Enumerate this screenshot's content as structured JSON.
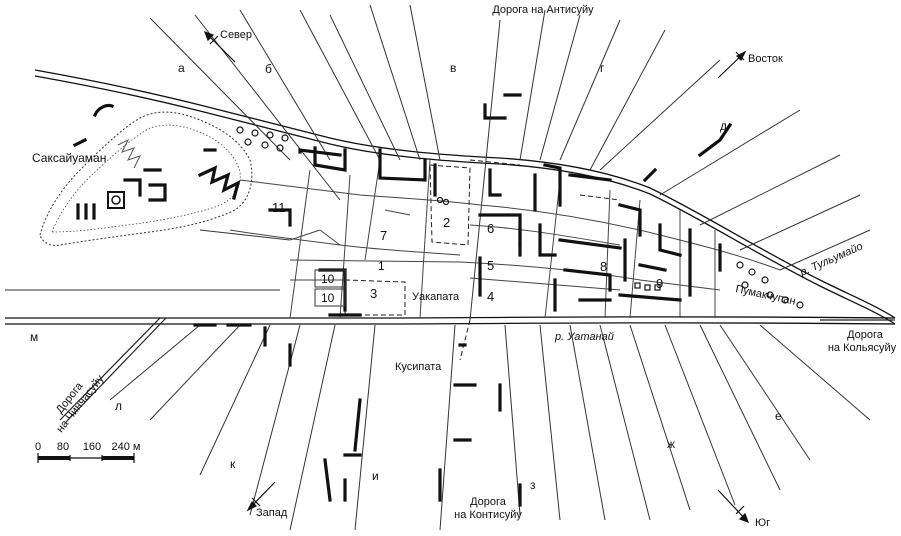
{
  "map": {
    "road_labels": {
      "antisuyu": "Дорога на Антисуйу",
      "kolyasuyu_1": "Дорога",
      "kolyasuyu_2": "на Кольясуйу",
      "chinchasuyu_1": "Дорога",
      "chinchasuyu_2": "на Чинчасуйу",
      "kontisuyu_1": "Дорога",
      "kontisuyu_2": "на Контисуйу"
    },
    "compass": {
      "north": "Север",
      "east": "Восток",
      "west": "Запад",
      "south": "Юг"
    },
    "places": {
      "saksayuaman": "Саксайуаман",
      "ukapata": "Уакапата",
      "kusipata": "Кусипата",
      "pumakchupan": "Пумакчупан"
    },
    "rivers": {
      "tulumayo": "р. Тульумайо",
      "uatanay": "р. Уатанай"
    },
    "sectors": [
      "а",
      "б",
      "в",
      "г",
      "д",
      "е",
      "ж",
      "з",
      "и",
      "к",
      "л",
      "м"
    ],
    "blocks": [
      "1",
      "2",
      "3",
      "4",
      "5",
      "6",
      "7",
      "8",
      "9",
      "10",
      "10",
      "11"
    ],
    "scale": {
      "ticks": [
        "0",
        "80",
        "160",
        "240 м"
      ]
    }
  }
}
